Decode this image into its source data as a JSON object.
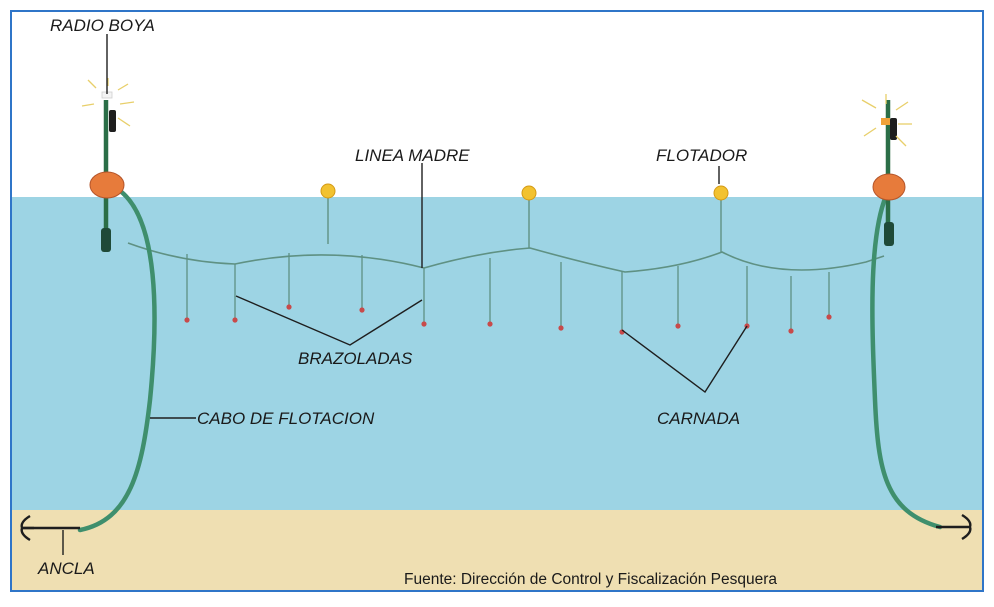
{
  "diagram": {
    "labels": {
      "radio_boya": "RADIO BOYA",
      "linea_madre": "LINEA MADRE",
      "flotador": "FLOTADOR",
      "brazoladas": "BRAZOLADAS",
      "cabo_de_flotacion": "CABO DE FLOTACION",
      "carnada": "CARNADA",
      "ancla": "ANCLA"
    },
    "source": "Fuente: Dirección de Control y Fiscalización Pesquera"
  },
  "colors": {
    "frame": "#2f75c8",
    "sky": "#ffffff",
    "water": "#9dd4e4",
    "seabed": "#efdfb2",
    "buoy_line": "#3f8f6d",
    "main_line": "#5f9183",
    "float": "#f2c230",
    "radio_buoy": "#e77b3b",
    "bait": "#c84a4a"
  },
  "icons": [
    "radio-buoy-icon",
    "signal-flash-icon",
    "anchor-icon",
    "float-icon",
    "bait-hook-icon"
  ]
}
